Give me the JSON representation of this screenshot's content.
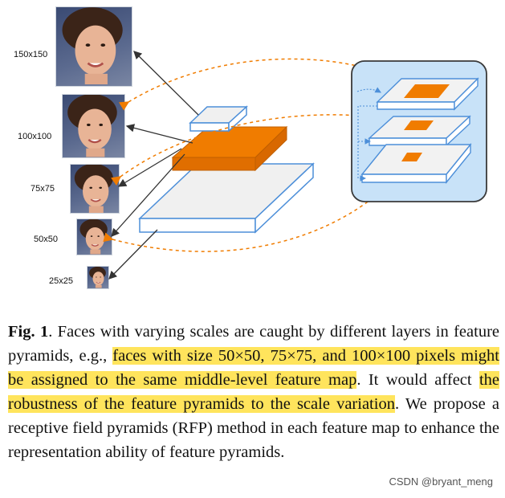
{
  "figure": {
    "size_labels": [
      "150x150",
      "100x100",
      "75x75",
      "50x50",
      "25x25"
    ]
  },
  "caption": {
    "fig_label": "Fig. 1",
    "segments": [
      {
        "text": ". Faces with varying scales are caught by different layers in feature pyramids, e.g., ",
        "highlight": false
      },
      {
        "text": "faces with size 50×50, 75×75, and 100×100 pixels might be assigned to the same middle-level feature map",
        "highlight": true
      },
      {
        "text": ". It would affect ",
        "highlight": false
      },
      {
        "text": "the robustness of the feature pyramids to the scale variation",
        "highlight": true
      },
      {
        "text": ". We propose a receptive field pyramids (RFP) method in each feature map to enhance the representation ability of feature pyramids.",
        "highlight": false
      }
    ]
  },
  "watermark": "CSDN @bryant_meng",
  "colors": {
    "orange": "#f07c00",
    "blue_outline": "#4d8fd9",
    "panel_bg": "#c8e2f8",
    "highlight": "#ffe45c"
  }
}
